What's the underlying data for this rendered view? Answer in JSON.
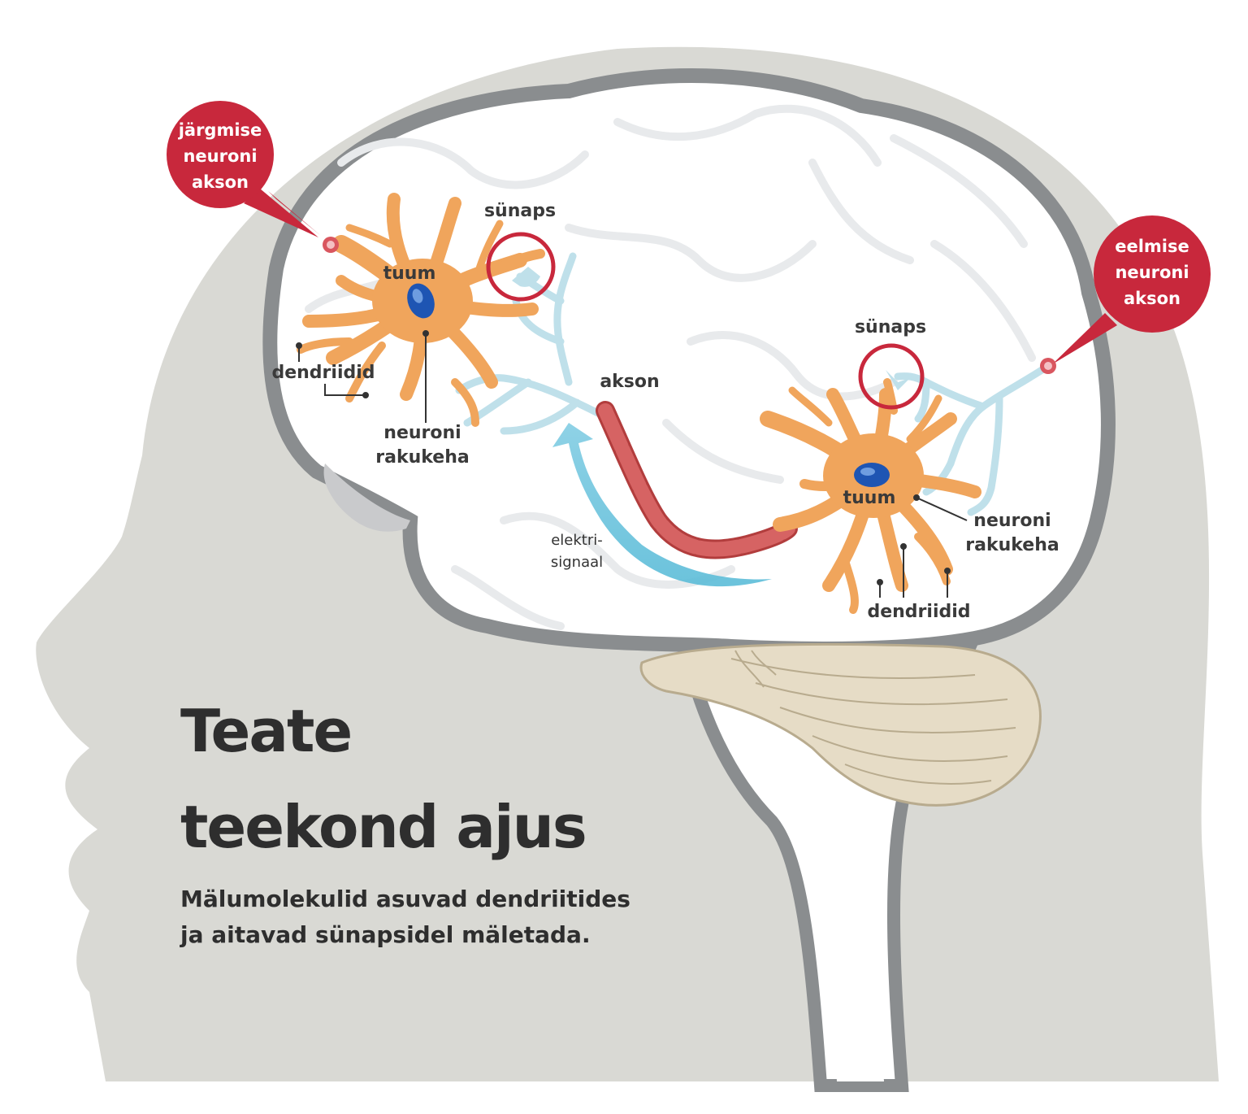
{
  "title": {
    "line1": "Teate",
    "line2": "teekond ajus"
  },
  "subtitle": {
    "line1": "Mälumolekulid asuvad dendriitides",
    "line2": "ja aitavad sünapsidel mäletada."
  },
  "callouts": {
    "left": "järgmise\nneuroni\nakson",
    "right": "eelmise\nneuroni\nakson"
  },
  "labels": {
    "left_neuron": {
      "synapse": "sünaps",
      "nucleus": "tuum",
      "dendrites": "dendriidid",
      "cell_body_1": "neuroni",
      "cell_body_2": "rakukeha"
    },
    "axon": "akson",
    "signal_1": "elektri-",
    "signal_2": "signaal",
    "right_neuron": {
      "synapse": "sünaps",
      "nucleus": "tuum",
      "dendrites": "dendriidid",
      "cell_body_1": "neuroni",
      "cell_body_2": "rakukeha"
    }
  },
  "colors": {
    "head": "#d9d9d4",
    "brain_outline": "#8a8d8f",
    "brain_fill": "#ffffff",
    "neuron": "#f0a55c",
    "axon_red": "#cc4e4e",
    "dendrite_blue": "#bfe0ea",
    "callout_red": "#c8283c",
    "signal_arrow": "#5bbcd8",
    "cerebellum": "#e6dcc6"
  }
}
